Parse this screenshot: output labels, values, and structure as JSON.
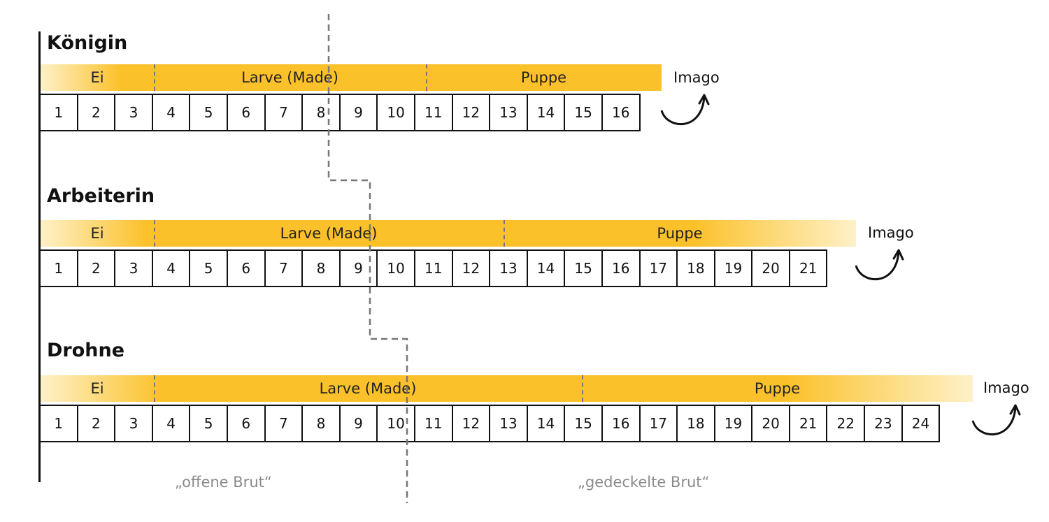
{
  "castes": [
    {
      "name": "Königin",
      "phases": [
        {
          "label": "Ei",
          "days": 3
        },
        {
          "label": "Larve (Made)",
          "days": 7
        },
        {
          "label": "Puppe",
          "days": 6
        }
      ],
      "days": [
        "1",
        "2",
        "3",
        "4",
        "5",
        "6",
        "7",
        "8",
        "9",
        "10",
        "11",
        "12",
        "13",
        "14",
        "15",
        "16"
      ],
      "end_label": "Imago"
    },
    {
      "name": "Arbeiterin",
      "phases": [
        {
          "label": "Ei",
          "days": 3
        },
        {
          "label": "Larve (Made)",
          "days": 9
        },
        {
          "label": "Puppe",
          "days": 9
        }
      ],
      "days": [
        "1",
        "2",
        "3",
        "4",
        "5",
        "6",
        "7",
        "8",
        "9",
        "10",
        "11",
        "12",
        "13",
        "14",
        "15",
        "16",
        "17",
        "18",
        "19",
        "20",
        "21"
      ],
      "end_label": "Imago"
    },
    {
      "name": "Drohne",
      "phases": [
        {
          "label": "Ei",
          "days": 3
        },
        {
          "label": "Larve (Made)",
          "days": 11
        },
        {
          "label": "Puppe",
          "days": 10
        }
      ],
      "days": [
        "1",
        "2",
        "3",
        "4",
        "5",
        "6",
        "7",
        "8",
        "9",
        "10",
        "11",
        "12",
        "13",
        "14",
        "15",
        "16",
        "17",
        "18",
        "19",
        "20",
        "21",
        "22",
        "23",
        "24"
      ],
      "end_label": "Imago"
    }
  ],
  "brood_labels": {
    "open": "„offene Brut“",
    "capped": "„gedeckelte Brut“"
  },
  "colors": {
    "phase_fill": "#fbc12a",
    "phase_fade": "#fef1c8",
    "divider": "#777777",
    "brood_text": "#8a8a8a"
  }
}
